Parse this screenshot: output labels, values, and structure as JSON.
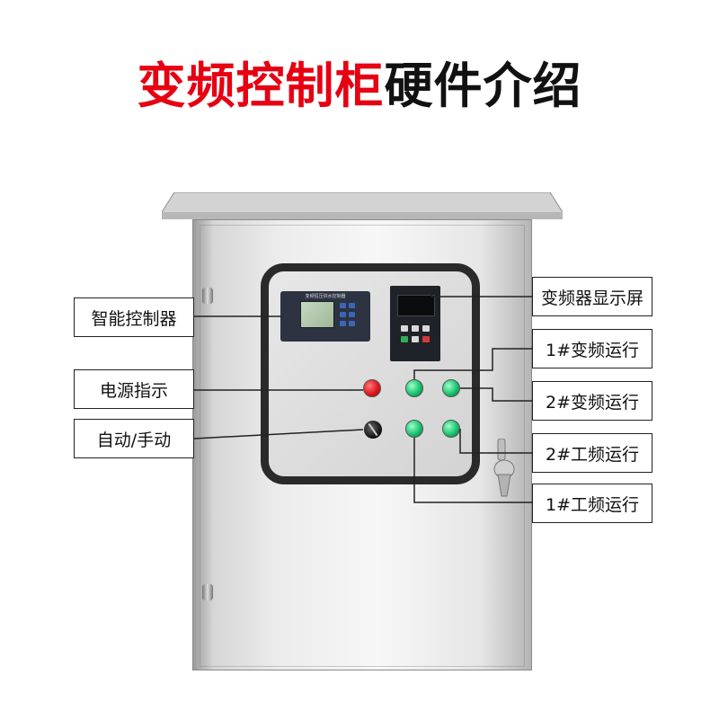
{
  "title": {
    "highlight": "变频控制柜",
    "rest": "硬件介绍"
  },
  "callouts": {
    "smart_controller": "智能控制器",
    "power_indicator": "电源指示",
    "auto_manual": "自动/手动",
    "vfd_display": "变频器显示屏",
    "run_1_vfd": "1#变频运行",
    "run_2_vfd": "2#变频运行",
    "run_2_line": "2#工频运行",
    "run_1_line": "1#工频运行"
  },
  "device": {
    "controller_caption": "变频恒压供水控制器"
  },
  "colors": {
    "title_red": "#e60012",
    "title_black": "#111111",
    "lamp_red": "#e0171d",
    "lamp_green": "#19c46f"
  }
}
